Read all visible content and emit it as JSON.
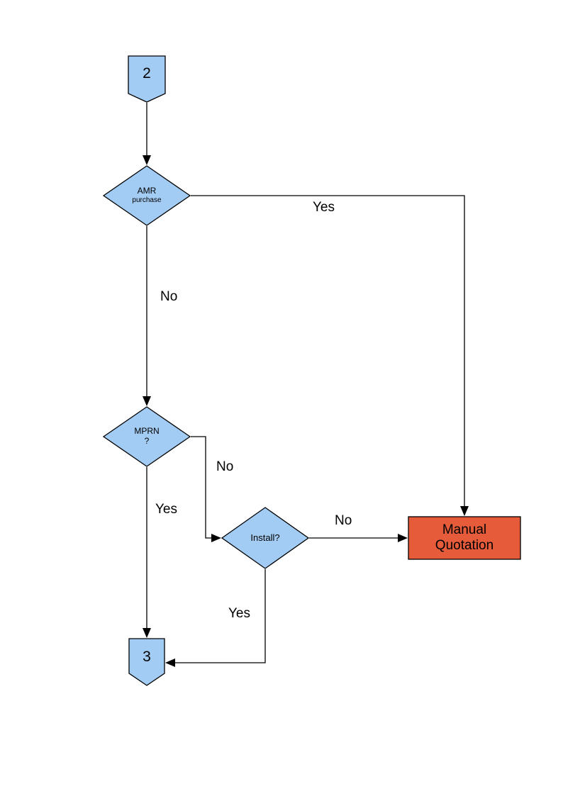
{
  "colors": {
    "background": "#ffffff",
    "connector": "#000000",
    "shape_border": "#000000",
    "node_fill": "#A3CCF4",
    "manual_fill": "#E65C3B",
    "text": "#000000"
  },
  "nodes": {
    "connector_in": {
      "label": "2"
    },
    "amr_purchase": {
      "line1": "AMR",
      "line2": "purchase"
    },
    "mprn": {
      "line1": "MPRN",
      "line2": "?"
    },
    "install": {
      "label": "Install?"
    },
    "manual_quotation": {
      "line1": "Manual",
      "line2": "Quotation"
    },
    "connector_out": {
      "label": "3"
    }
  },
  "edge_labels": {
    "amr_yes": "Yes",
    "amr_no": "No",
    "mprn_no": "No",
    "mprn_yes": "Yes",
    "install_no": "No",
    "install_yes": "Yes"
  }
}
